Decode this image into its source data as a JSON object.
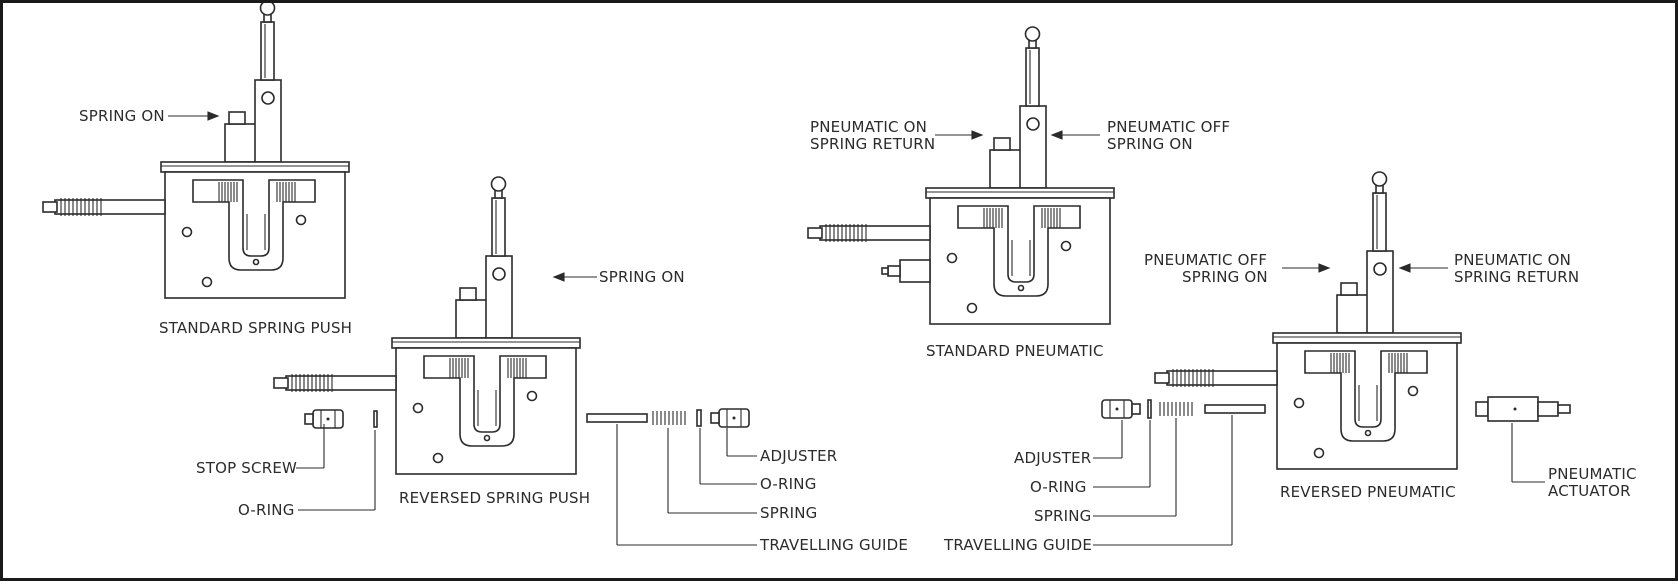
{
  "labels": {
    "spring_on_1": "SPRING ON",
    "standard_spring_push": "STANDARD SPRING PUSH",
    "spring_on_2": "SPRING ON",
    "reversed_spring_push": "REVERSED SPRING PUSH",
    "stop_screw": "STOP SCREW",
    "o_ring_1": "O-RING",
    "adjuster_1": "ADJUSTER",
    "o_ring_2": "O-RING",
    "spring_1": "SPRING",
    "travelling_guide_1": "TRAVELLING GUIDE",
    "pneumatic_on_spring_return_1a": "PNEUMATIC ON",
    "pneumatic_on_spring_return_1b": "SPRING RETURN",
    "pneumatic_off_spring_on_1a": "PNEUMATIC OFF",
    "pneumatic_off_spring_on_1b": "SPRING ON",
    "standard_pneumatic": "STANDARD PNEUMATIC",
    "pneumatic_off_spring_on_2a": "PNEUMATIC OFF",
    "pneumatic_off_spring_on_2b": "SPRING ON",
    "pneumatic_on_spring_return_2a": "PNEUMATIC ON",
    "pneumatic_on_spring_return_2b": "SPRING RETURN",
    "reversed_pneumatic": "REVERSED PNEUMATIC",
    "adjuster_2": "ADJUSTER",
    "o_ring_3": "O-RING",
    "spring_2": "SPRING",
    "travelling_guide_2": "TRAVELLING GUIDE",
    "pneumatic_actuator_a": "PNEUMATIC",
    "pneumatic_actuator_b": "ACTUATOR"
  }
}
